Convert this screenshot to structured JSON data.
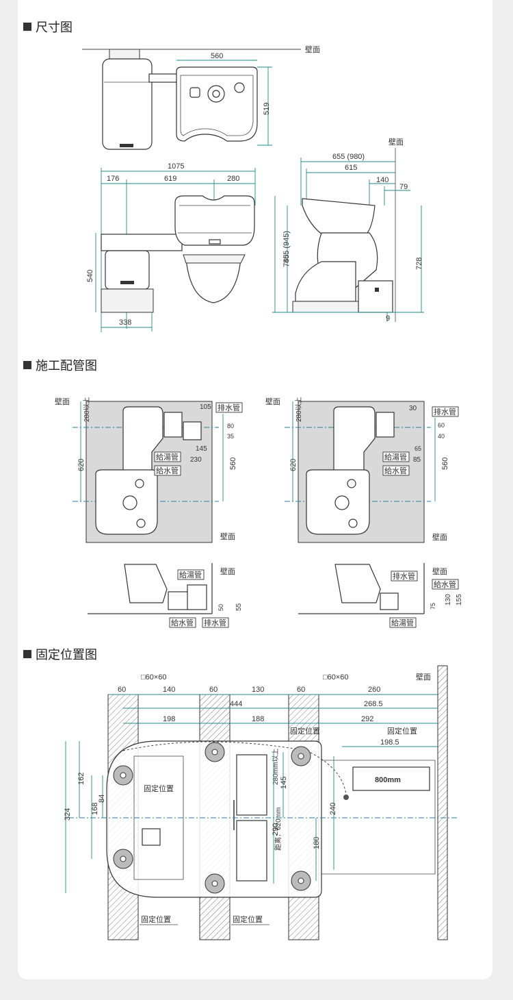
{
  "sections": {
    "dimensions": "尺寸图",
    "piping": "施工配管图",
    "fixing": "固定位置图"
  },
  "labels": {
    "wall": "壁面",
    "drain_pipe": "排水管",
    "hot_pipe": "給湯管",
    "water_pipe": "給水管",
    "fix_position": "固定位置",
    "square": "□60×60",
    "min280": "280以上",
    "min280mm": "280mm以上",
    "distance": "距离：620mm",
    "mm800": "800mm"
  },
  "dims_top": {
    "w560": "560",
    "h519": "519",
    "d1075": "1075",
    "d176": "176",
    "d619": "619",
    "d280": "280",
    "d540": "540",
    "d338": "338",
    "d655": "655 (980)",
    "d615": "615",
    "d140": "140",
    "d79": "79",
    "d805": "805 (945)",
    "d745": "745",
    "d728": "728",
    "d9": "9"
  },
  "dims_pipe_left": {
    "d105": "105",
    "d80": "80",
    "d35": "35",
    "d145": "145",
    "d230": "230",
    "d620": "620",
    "d560": "560",
    "d50": "50",
    "d55": "55"
  },
  "dims_pipe_right": {
    "d30": "30",
    "d60": "60",
    "d40": "40",
    "d65": "65",
    "d85": "85",
    "d620": "620",
    "d560": "560",
    "d75": "75",
    "d130": "130",
    "d155": "155"
  },
  "dims_fix": {
    "d60a": "60",
    "d140": "140",
    "d60b": "60",
    "d130": "130",
    "d60c": "60",
    "d260": "260",
    "d444": "444",
    "d268": "268.5",
    "d198": "198",
    "d188": "188",
    "d292": "292",
    "d198_5": "198.5",
    "d162": "162",
    "d324": "324",
    "d168": "168",
    "d84": "84",
    "d145": "145",
    "d290": "290",
    "d240": "240",
    "d180": "180"
  }
}
